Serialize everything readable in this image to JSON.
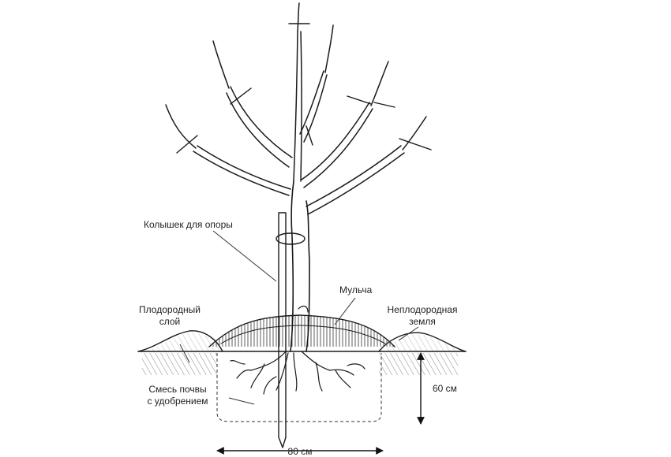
{
  "labels": {
    "stake": "Колышек для опоры",
    "mulch": "Мульча",
    "fertile_line1": "Плодородный",
    "fertile_line2": "слой",
    "infertile_line1": "Неплодородная",
    "infertile_line2": "земля",
    "mix_line1": "Смесь почвы",
    "mix_line2": "с удобрением",
    "depth": "60 см",
    "width": "80 см"
  },
  "colors": {
    "ink": "#1a1a1a",
    "background": "#ffffff"
  }
}
